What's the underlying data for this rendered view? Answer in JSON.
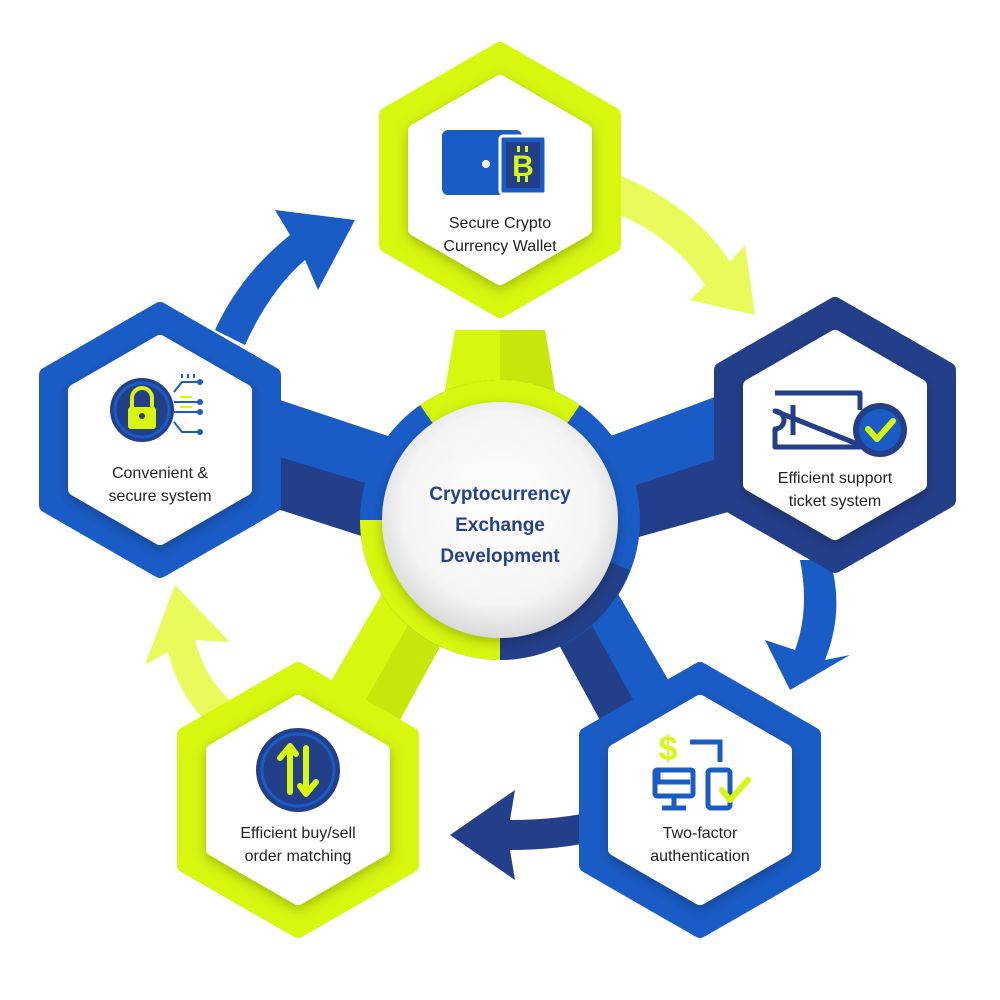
{
  "center": {
    "line1": "Cryptocurrency",
    "line2": "Exchange",
    "line3": "Development"
  },
  "nodes": [
    {
      "id": "wallet",
      "line1": "Secure Crypto",
      "line2": "Currency Wallet",
      "icon": "bitcoin-wallet-icon",
      "color": "#d7f70f"
    },
    {
      "id": "ticket",
      "line1": "Efficient support",
      "line2": "ticket system",
      "icon": "ticket-check-icon",
      "color": "#243f8a"
    },
    {
      "id": "twofactor",
      "line1": "Two-factor",
      "line2": "authentication",
      "icon": "two-factor-icon",
      "color": "#1a5cc6"
    },
    {
      "id": "matching",
      "line1": "Efficient buy/sell",
      "line2": "order matching",
      "icon": "buy-sell-arrows-icon",
      "color": "#d7f70f"
    },
    {
      "id": "secure",
      "line1": "Convenient &",
      "line2": "secure system",
      "icon": "secure-lock-icon",
      "color": "#1a5cc6"
    }
  ],
  "colors": {
    "lime": "#d7f70f",
    "lime_light": "#e8fb5a",
    "blue": "#1a5cc6",
    "navy": "#243f8a",
    "text": "#222222",
    "center_text": "#26418e"
  }
}
